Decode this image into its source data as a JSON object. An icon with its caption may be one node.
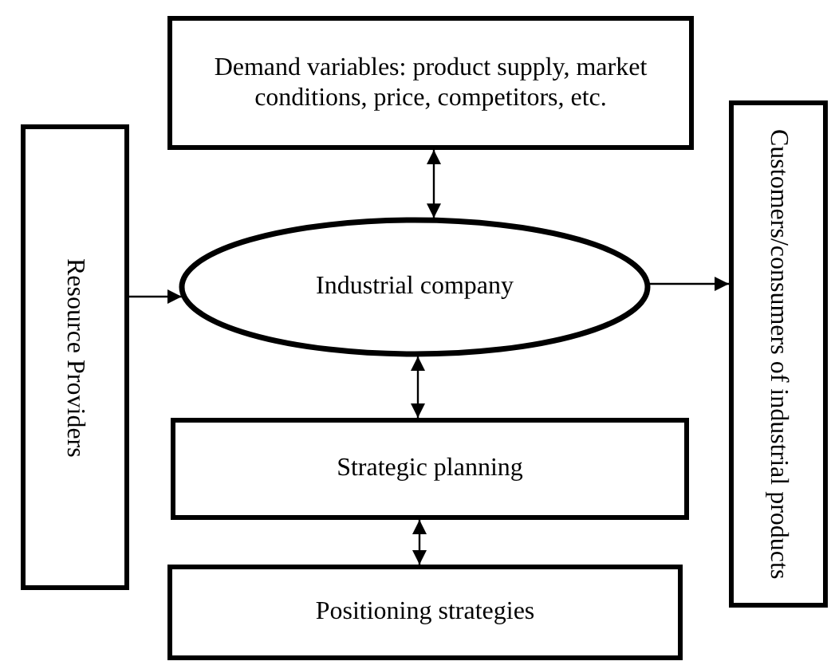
{
  "diagram": {
    "nodes": [
      {
        "text": [
          "Demand variables: product supply, market conditions, price, competitors, etc."
        ]
      },
      {
        "text": [
          "Resource Providers"
        ]
      },
      {
        "text": [
          "Industrial company"
        ]
      },
      {
        "text": [
          "Customers/consumers of industrial products"
        ]
      },
      {
        "text": [
          "Strategic planning"
        ]
      },
      {
        "text": [
          "Positioning strategies"
        ]
      }
    ],
    "edges": [
      {
        "from": 0,
        "to": 2,
        "arrow": "both"
      },
      {
        "from": 1,
        "to": 2,
        "arrow": "to"
      },
      {
        "from": 2,
        "to": 3,
        "arrow": "to"
      },
      {
        "from": 2,
        "to": 4,
        "arrow": "both"
      },
      {
        "from": 4,
        "to": 5,
        "arrow": "both"
      }
    ]
  }
}
